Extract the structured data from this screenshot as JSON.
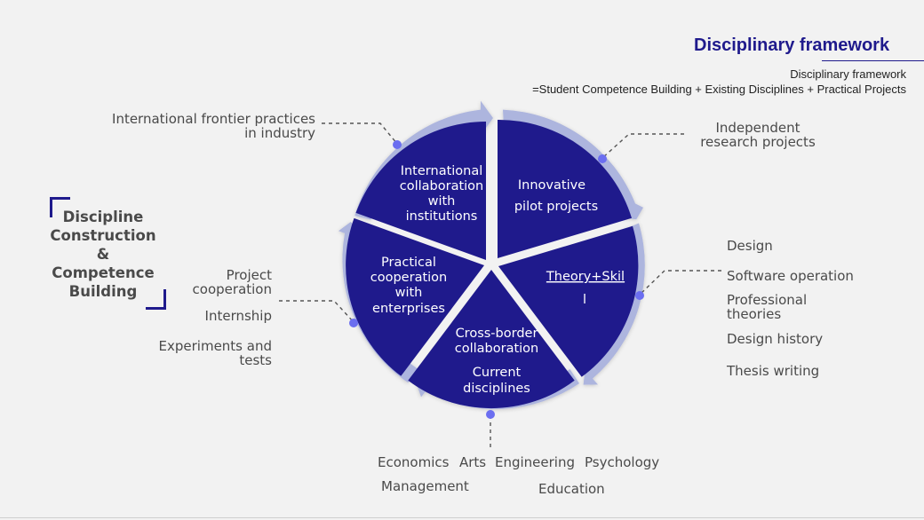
{
  "title": "Disciplinary framework",
  "subtitle_line1": "Disciplinary framework",
  "subtitle_line2": "=Student Competence Building + Existing Disciplines + Practical Projects",
  "side_title": [
    "Discipline",
    "Construction",
    "&",
    "Competence",
    "Building"
  ],
  "segments": {
    "international": [
      "International",
      "collaboration",
      "with",
      "institutions"
    ],
    "innovative": [
      "Innovative",
      "pilot projects"
    ],
    "theory": [
      "Theory+Skil",
      "l"
    ],
    "cross_border": [
      "Cross-border",
      "collaboration",
      "Current",
      "disciplines"
    ],
    "practical": [
      "Practical",
      "cooperation",
      "with",
      "enterprises"
    ]
  },
  "labels": {
    "frontier": [
      "International frontier practices",
      "in industry"
    ],
    "independent": [
      "Independent",
      "research projects"
    ],
    "right_list": [
      "Design",
      "Software operation",
      "Professional",
      "theories",
      "Design history",
      "Thesis writing"
    ],
    "left_list": [
      "Project",
      "cooperation",
      "Internship",
      "Experiments and",
      "tests"
    ],
    "bottom_row1": [
      "Economics",
      "Arts",
      "Engineering",
      "Psychology"
    ],
    "bottom_row2": [
      "Management",
      "Education"
    ]
  },
  "colors": {
    "segment": "#1f1a8c",
    "ring": "#adb5de",
    "dot": "#6b6ef0",
    "title": "#1f1a8c"
  }
}
